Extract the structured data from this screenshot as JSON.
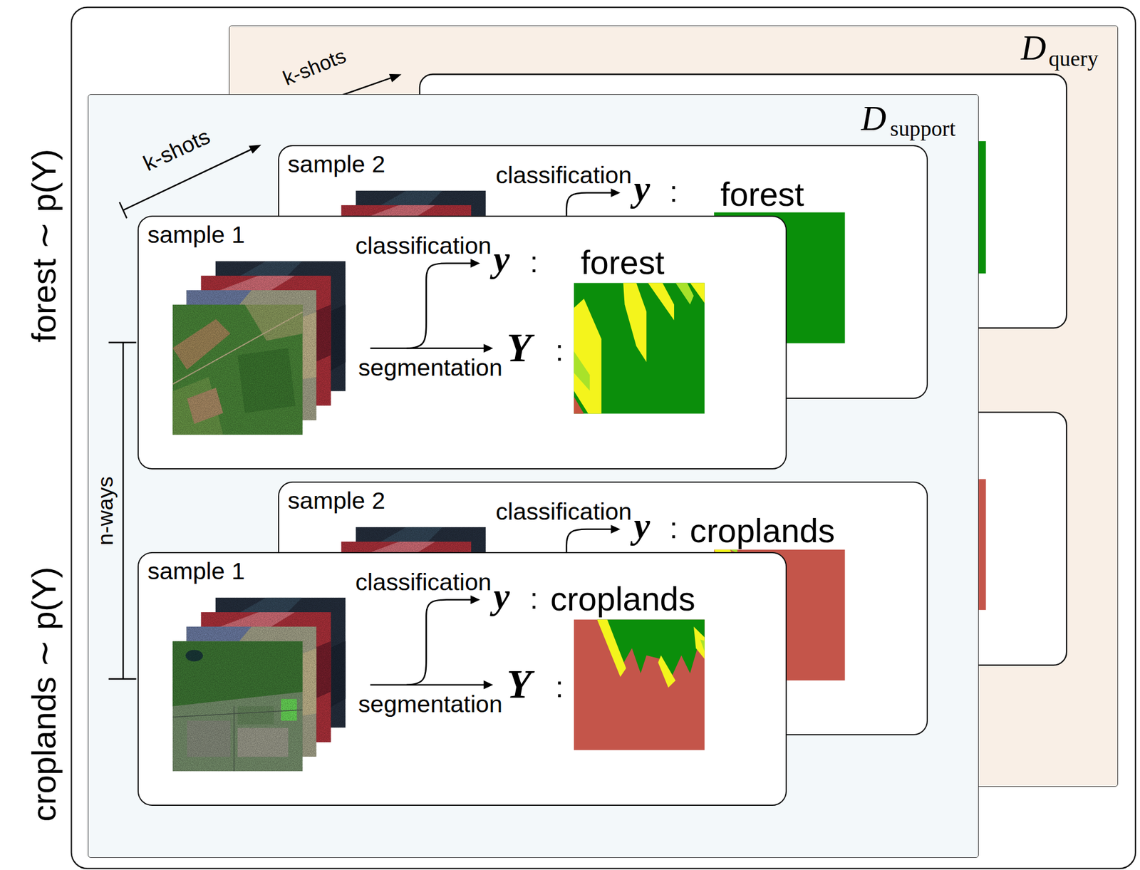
{
  "diagram": {
    "nodes": [
      {
        "text": [
          "D",
          "query"
        ]
      },
      {
        "text": [
          "D",
          "support"
        ]
      },
      {
        "text": [
          "sample 2",
          "classification",
          "y",
          ":",
          "forest"
        ],
        "in": 1
      },
      {
        "text": [
          "sample 1",
          "classification",
          "y",
          ":",
          "forest",
          "segmentation",
          "Y",
          ":"
        ],
        "in": 1
      },
      {
        "text": [
          "sample 2",
          "classification",
          "y",
          ":",
          "croplands"
        ],
        "in": 1
      },
      {
        "text": [
          "sample 1",
          "classification",
          "y",
          ":",
          "croplands",
          "segmentation",
          "Y",
          ":"
        ],
        "in": 1
      }
    ],
    "labels": [
      "k-shots",
      "k-shots",
      "n-ways",
      "forest ∼ p(Y)",
      "croplands ∼ p(Y)"
    ]
  }
}
